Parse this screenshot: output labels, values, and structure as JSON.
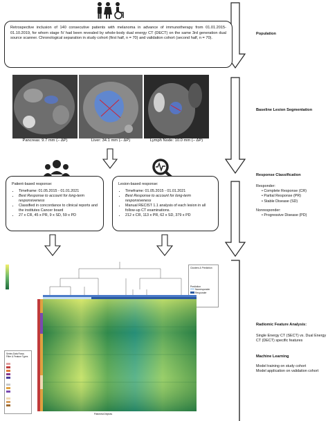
{
  "intro_text": "Retrospective inclusion of 140 consecutive patients with melanoma in advance of immunotherapy from 01.01.2015-01.10.2019, for whom stage IV had been revealed by whole-body dual energy CT (DECT) on the same 3rd generation dual source scanner. Chronological separation in study cohort (first half, n = 70) and validation cohort (second half, n = 70).",
  "sections": {
    "population": "Population",
    "segmentation": "Baseline Lesion Segmentation",
    "response": "Response Classification",
    "radiomic": "Radiomic Feature Analysis:",
    "ml": "Machine Learning"
  },
  "captions": {
    "pancreas": "Pancreas: 9.7 mm (– ΔP)",
    "liver": "Liver: 34.1 mm (– ΔP)",
    "lymph": "Lymph Node: 10.0 mm (– ΔP)"
  },
  "patient_box": {
    "title": "Patient-based response:",
    "items": [
      "Timeframe: 01.05.2015 - 01.01.2021",
      "Best Response to account for long-term responsiveness",
      "Classified in concordance to clinical reports and the institutes Cancer board",
      "27 x CR, 45 x PR, 9 x SD, 59 x PD"
    ]
  },
  "lesion_box": {
    "title": "Lesion-based response:",
    "items": [
      "Timeframe: 01.05.2015 - 01.01.2021",
      "Best Response to account for long-term responsiveness",
      "Manual RECIST 1.1 analysis of each lesion in all follow-up CT examinations.",
      "212 x CR, 113 x PR, 62 x SD, 379 x PD"
    ]
  },
  "responder": {
    "label": "Responder:",
    "items": [
      "Complete Response (CR)",
      "Partial Response (PR)",
      "Stable Disease (SD)"
    ]
  },
  "nonresponder": {
    "label": "Nonresponder:",
    "items": [
      "Progressive Disease (PD)"
    ]
  },
  "radiomic_text": "Single Energy CT (SECT) vs. Dual Energy CT (DECT) specific features",
  "ml_lines": [
    "Model training on study cohort",
    "Model application on validation cohort"
  ],
  "heatmap": {
    "legend_title": "Clusters & Prediction",
    "prediction_label": "Prediction",
    "prediction_items": [
      "Nonresponder",
      "Responder"
    ],
    "left_legend_title": "Series Data Rows; Filter & Feature Types",
    "xlabel": "Patients/Objects",
    "colors": {
      "green_dark": "#1e6b3c",
      "green_mid": "#6bb86a",
      "yellow": "#f2ef6a",
      "teal": "#2aa198"
    }
  }
}
